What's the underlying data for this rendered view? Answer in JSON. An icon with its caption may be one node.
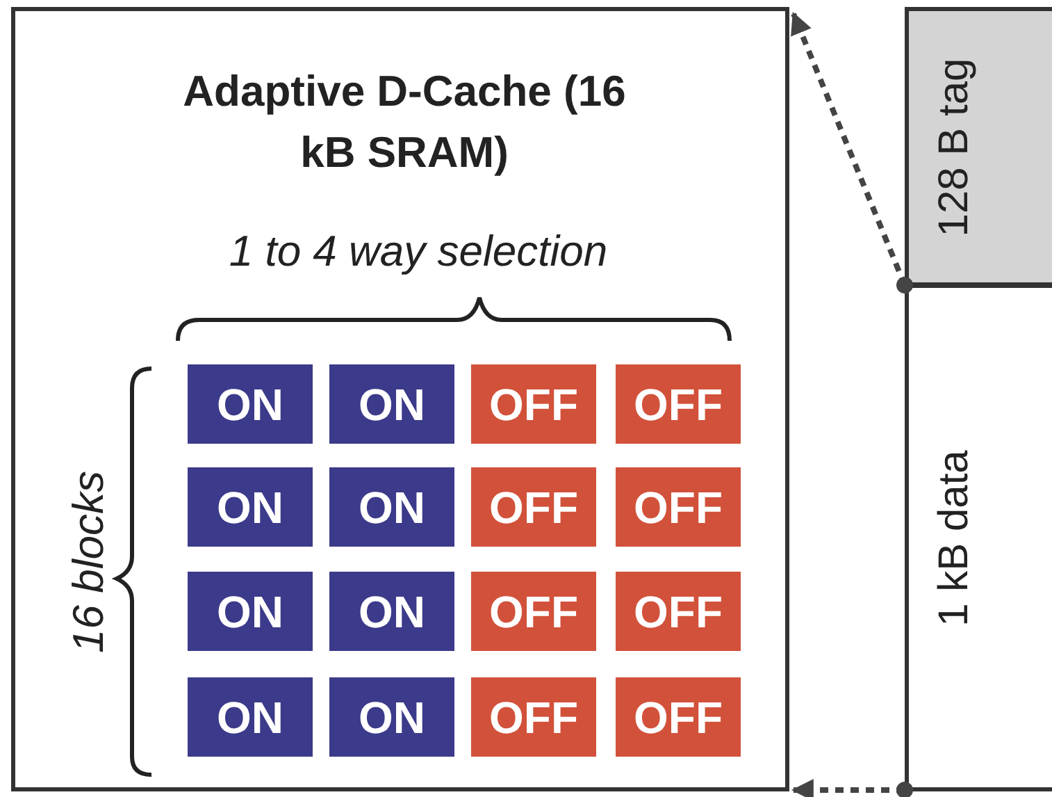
{
  "diagram": {
    "nodes": [
      {
        "text": [
          "Adaptive D-Cache (16 kB SRAM)"
        ]
      },
      {
        "text": [
          "ON"
        ],
        "in": 0
      },
      {
        "text": [
          "ON"
        ],
        "in": 0
      },
      {
        "text": [
          "OFF"
        ],
        "in": 0
      },
      {
        "text": [
          "OFF"
        ],
        "in": 0
      },
      {
        "text": [
          "ON"
        ],
        "in": 0
      },
      {
        "text": [
          "ON"
        ],
        "in": 0
      },
      {
        "text": [
          "OFF"
        ],
        "in": 0
      },
      {
        "text": [
          "OFF"
        ],
        "in": 0
      },
      {
        "text": [
          "ON"
        ],
        "in": 0
      },
      {
        "text": [
          "ON"
        ],
        "in": 0
      },
      {
        "text": [
          "OFF"
        ],
        "in": 0
      },
      {
        "text": [
          "OFF"
        ],
        "in": 0
      },
      {
        "text": [
          "ON"
        ],
        "in": 0
      },
      {
        "text": [
          "ON"
        ],
        "in": 0
      },
      {
        "text": [
          "OFF"
        ],
        "in": 0
      },
      {
        "text": [
          "OFF"
        ],
        "in": 0
      },
      {
        "text": [
          "128 B tag"
        ]
      },
      {
        "text": [
          "1 kB data"
        ]
      }
    ],
    "edges": [
      {
        "from": 17,
        "to": 0,
        "arrow": "to",
        "style": "dashed"
      },
      {
        "from": 18,
        "to": 0,
        "arrow": "to",
        "style": "dashed"
      }
    ],
    "labels": [
      "1 to 4 way selection",
      "16 blocks"
    ]
  }
}
